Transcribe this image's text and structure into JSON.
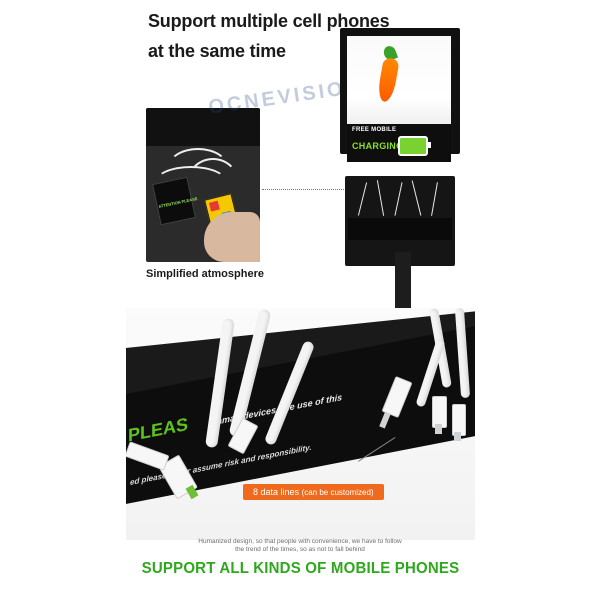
{
  "headline": {
    "line1": "Support multiple cell phones",
    "line2": "at the same time"
  },
  "watermark": "OCNEVISION",
  "inset": {
    "caption": "Simplified atmosphere",
    "sign_text": "ATTENTION PLEASE"
  },
  "kiosk": {
    "free_mobile": "FREE MOBILE",
    "charging": "CHARGING"
  },
  "photo": {
    "tray_please": "PLEAS",
    "tray_text": "lamad devices.The use of this",
    "tray_line2": "ed   please ste   ur assume risk and responsibility."
  },
  "badge": {
    "main": "8 data lines",
    "note": "(can be customized)"
  },
  "description": {
    "line1": "Humanized design, so that people with convenience, we have to follow",
    "line2": "the trend of the times, so as not to fall behind"
  },
  "tagline": "SUPPORT ALL KINDS OF MOBILE PHONES",
  "colors": {
    "accent_green": "#2ea81c",
    "badge_orange": "#f06a1e",
    "charging_green": "#8be31a"
  }
}
